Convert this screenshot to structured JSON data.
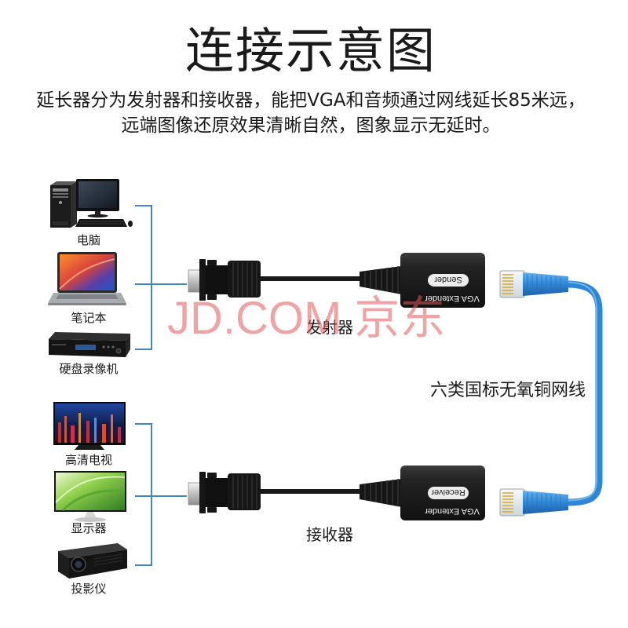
{
  "title": "连接示意图",
  "description": [
    "延长器分为发射器和接收器，能把VGA和音频通过网线延长85米远，",
    "远端图像还原效果清晰自然，图象显示无延时。"
  ],
  "source_devices": [
    {
      "label": "电脑",
      "icon": "desktop-computer-icon"
    },
    {
      "label": "笔记本",
      "icon": "laptop-icon"
    },
    {
      "label": "硬盘录像机",
      "icon": "dvr-icon"
    }
  ],
  "display_devices": [
    {
      "label": "高清电视",
      "icon": "tv-icon"
    },
    {
      "label": "显示器",
      "icon": "monitor-icon"
    },
    {
      "label": "投影仪",
      "icon": "projector-icon"
    }
  ],
  "sender": {
    "label": "发射器",
    "badge": "Sender",
    "model_text": "VGA Extender"
  },
  "receiver": {
    "label": "接收器",
    "badge": "Receiver",
    "model_text": "VGA Extender"
  },
  "network_cable": {
    "label": "六类国标无氧铜网线"
  },
  "watermark": "JD.COM 京东",
  "colors": {
    "text": "#1a1a1a",
    "bracket": "#3f86c6",
    "network_cable": "#2f86d6",
    "extender_body": "#161616",
    "watermark": "#e05a5a"
  }
}
